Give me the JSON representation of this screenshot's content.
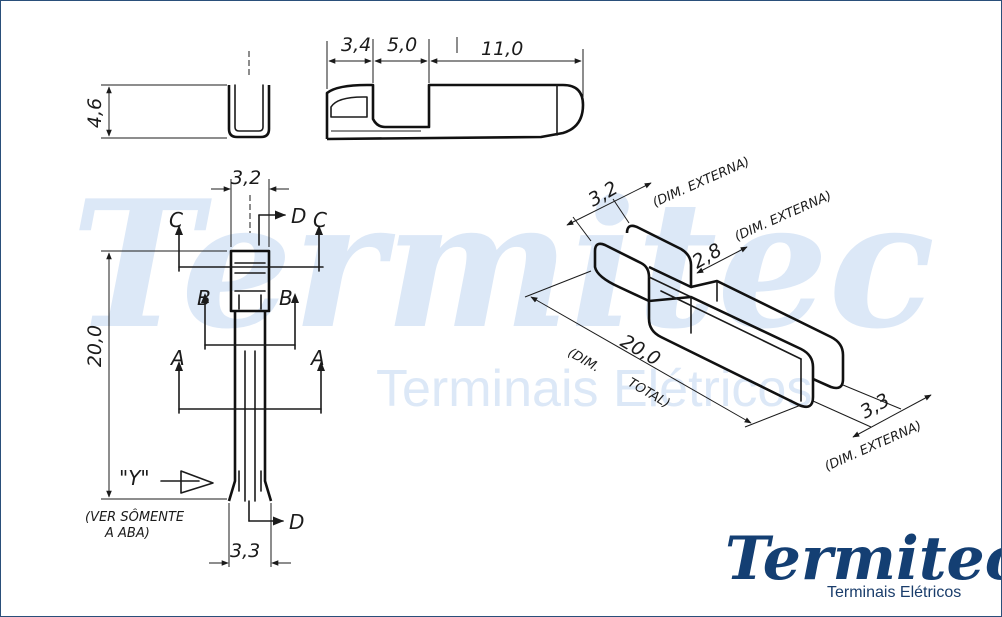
{
  "watermark": {
    "brand": "Termitec",
    "tagline": "Terminais Elétricos"
  },
  "logo": {
    "brand": "Termitec",
    "tagline": "Terminais Elétricos",
    "color": "#143f73"
  },
  "dimensions": {
    "height_side": "4,6",
    "top_a": "3,4",
    "top_b": "5,0",
    "top_c": "11,0",
    "width_top": "3,2",
    "length_total": "20,0",
    "width_bottom": "3,3",
    "iso_width_ext": "3,2",
    "iso_inner": "2,8",
    "iso_length": "20,0",
    "iso_bottom": "3,3"
  },
  "section_labels": {
    "c": "C",
    "d": "D",
    "b": "B",
    "a": "A"
  },
  "notes": {
    "view_y": "\"Y\"",
    "ver_line1": "(VER SÔMENTE",
    "ver_line2": "A ABA)",
    "dim_externa": "(DIM. EXTERNA)",
    "dim_total_line1": "(DIM.",
    "dim_total_line2": "TOTAL)"
  }
}
